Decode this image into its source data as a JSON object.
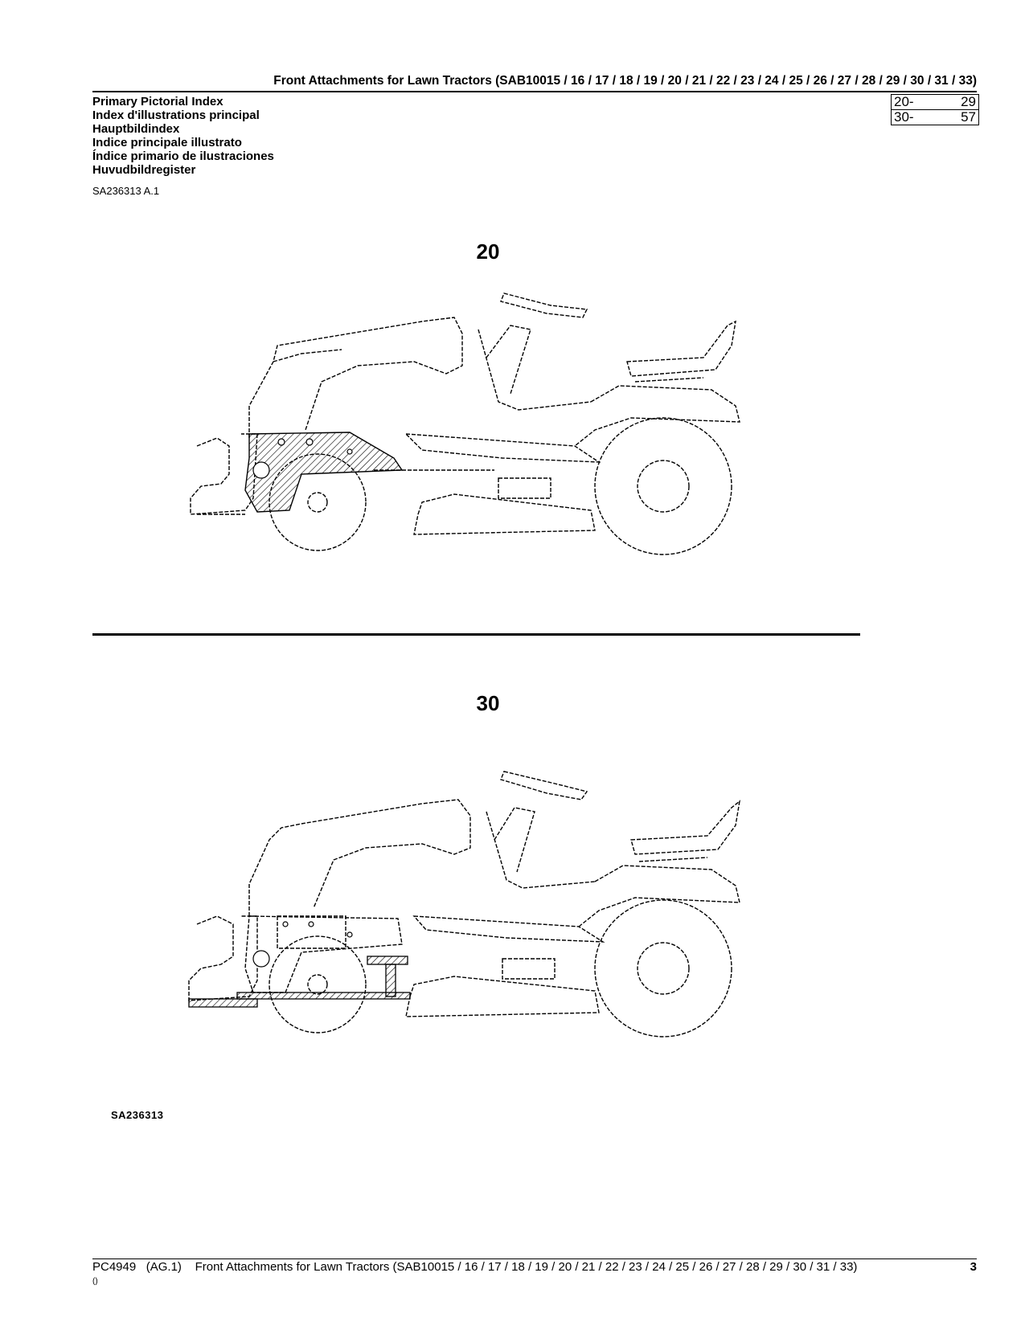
{
  "header": {
    "title": "Front Attachments for Lawn Tractors (SAB10015 / 16 / 17 / 18 / 19 / 20 / 21 / 22 / 23 / 24 / 25 / 26 / 27 / 28 / 29 / 30 / 31 / 33)"
  },
  "index_titles": [
    "Primary Pictorial Index",
    "Index d'illustrations principal",
    "Hauptbildindex",
    "Indice principale illustrato",
    "Índice primario de ilustraciones",
    "Huvudbildregister"
  ],
  "figure_ref": "SA236313 A.1",
  "ranges": [
    {
      "from": "20-",
      "to": "29"
    },
    {
      "from": "30-",
      "to": "57"
    }
  ],
  "sections": [
    {
      "number": "20"
    },
    {
      "number": "30"
    }
  ],
  "image_code": "SA236313",
  "footer": {
    "doc_id": "PC4949",
    "revision": "(AG.1)",
    "title": "Front Attachments for Lawn Tractors (SAB10015 / 16 / 17 / 18 / 19 / 20 / 21 / 22 / 23 / 24 / 25 / 26 / 27 / 28 / 29 / 30 / 31 / 33)",
    "page": "3",
    "sub": "()"
  }
}
